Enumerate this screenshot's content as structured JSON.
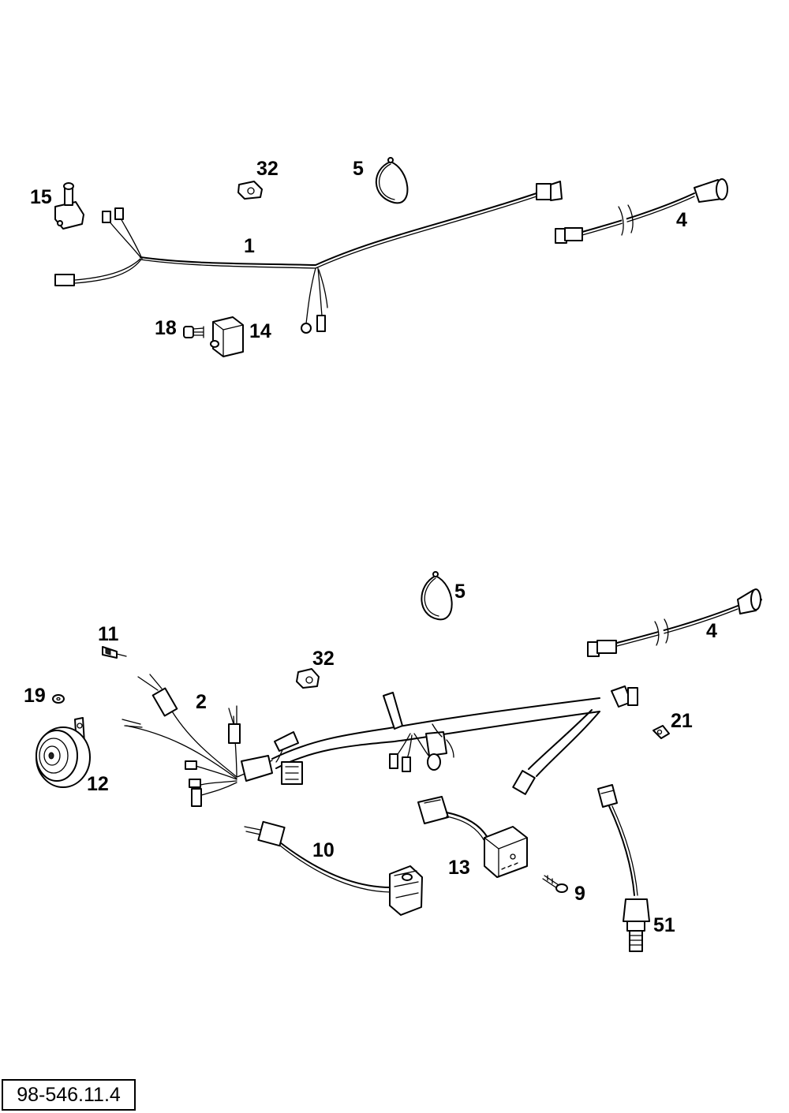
{
  "diagram": {
    "reference_code": "98-546.11.4",
    "top_assembly": {
      "callouts": {
        "harness": "1",
        "clamp_nut": "32",
        "cable_tie": "5",
        "switch": "15",
        "extension_cable": "4",
        "screw": "18",
        "relay": "14"
      }
    },
    "bottom_assembly": {
      "callouts": {
        "cable_tie": "5",
        "extension_cable": "4",
        "connector_pin": "11",
        "clamp_nut": "32",
        "harness": "2",
        "washer": "19",
        "horn": "12",
        "clip": "21",
        "handlebar_switch": "10",
        "regulator": "13",
        "screw": "9",
        "temp_sensor": "51"
      }
    }
  }
}
